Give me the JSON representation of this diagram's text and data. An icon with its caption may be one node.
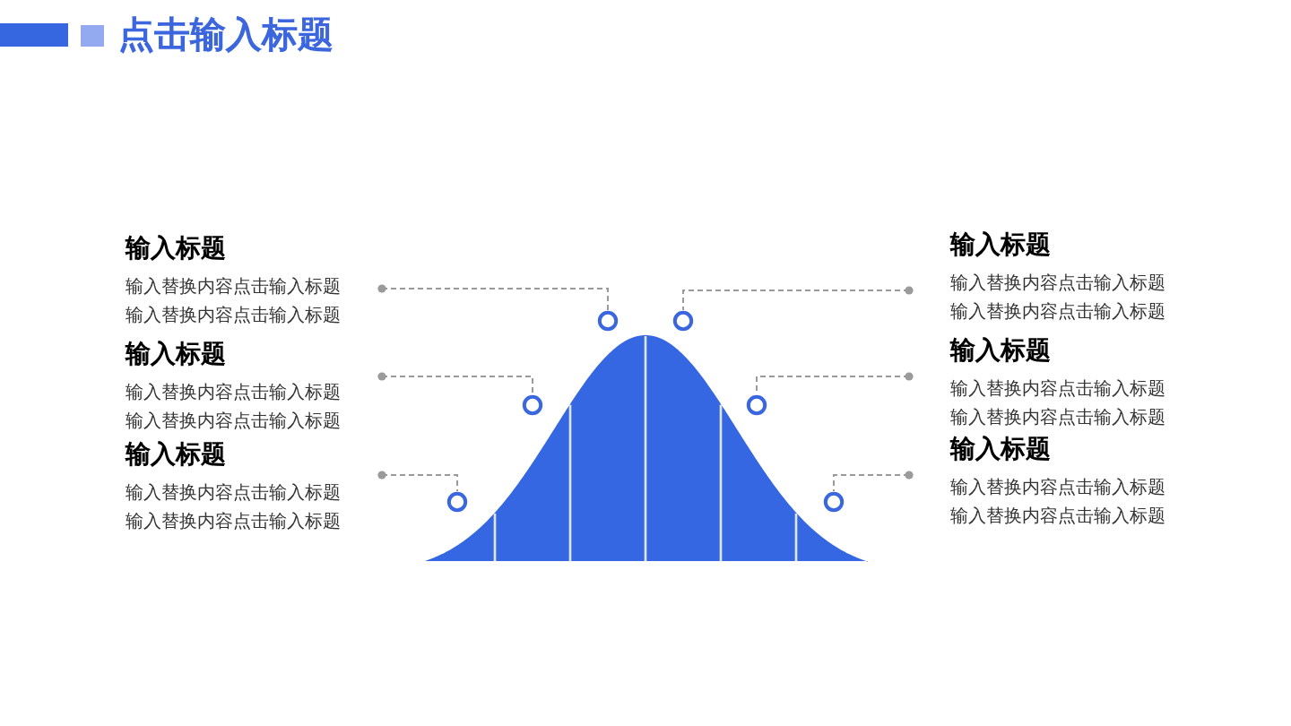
{
  "diagram": {
    "title": "点击输入标题",
    "nodes": [
      {
        "text": [
          "输入标题",
          "输入替换内容点击输入标题输入替换内容点击输入标题"
        ]
      },
      {
        "text": [
          "输入标题",
          "输入替换内容点击输入标题输入替换内容点击输入标题"
        ]
      },
      {
        "text": [
          "输入标题",
          "输入替换内容点击输入标题输入替换内容点击输入标题"
        ]
      },
      {
        "text": [
          "输入标题",
          "输入替换内容点击输入标题输入替换内容点击输入标题"
        ]
      },
      {
        "text": [
          "输入标题",
          "输入替换内容点击输入标题输入替换内容点击输入标题"
        ]
      },
      {
        "text": [
          "输入标题",
          "输入替换内容点击输入标题输入替换内容点击输入标题"
        ]
      },
      {
        "text": [],
        "shape": "circle"
      },
      {
        "text": [],
        "shape": "circle"
      },
      {
        "text": [],
        "shape": "circle"
      },
      {
        "text": [],
        "shape": "circle"
      },
      {
        "text": [],
        "shape": "circle"
      },
      {
        "text": [],
        "shape": "circle"
      }
    ],
    "edges": [
      {
        "from": 0,
        "to": 8,
        "arrow": "other",
        "style": "dashed"
      },
      {
        "from": 1,
        "to": 7,
        "arrow": "other",
        "style": "dashed"
      },
      {
        "from": 2,
        "to": 6,
        "arrow": "other",
        "style": "dashed"
      },
      {
        "from": 3,
        "to": 9,
        "arrow": "other",
        "style": "dashed"
      },
      {
        "from": 4,
        "to": 10,
        "arrow": "other",
        "style": "dashed"
      },
      {
        "from": 5,
        "to": 11,
        "arrow": "other",
        "style": "dashed"
      }
    ]
  }
}
